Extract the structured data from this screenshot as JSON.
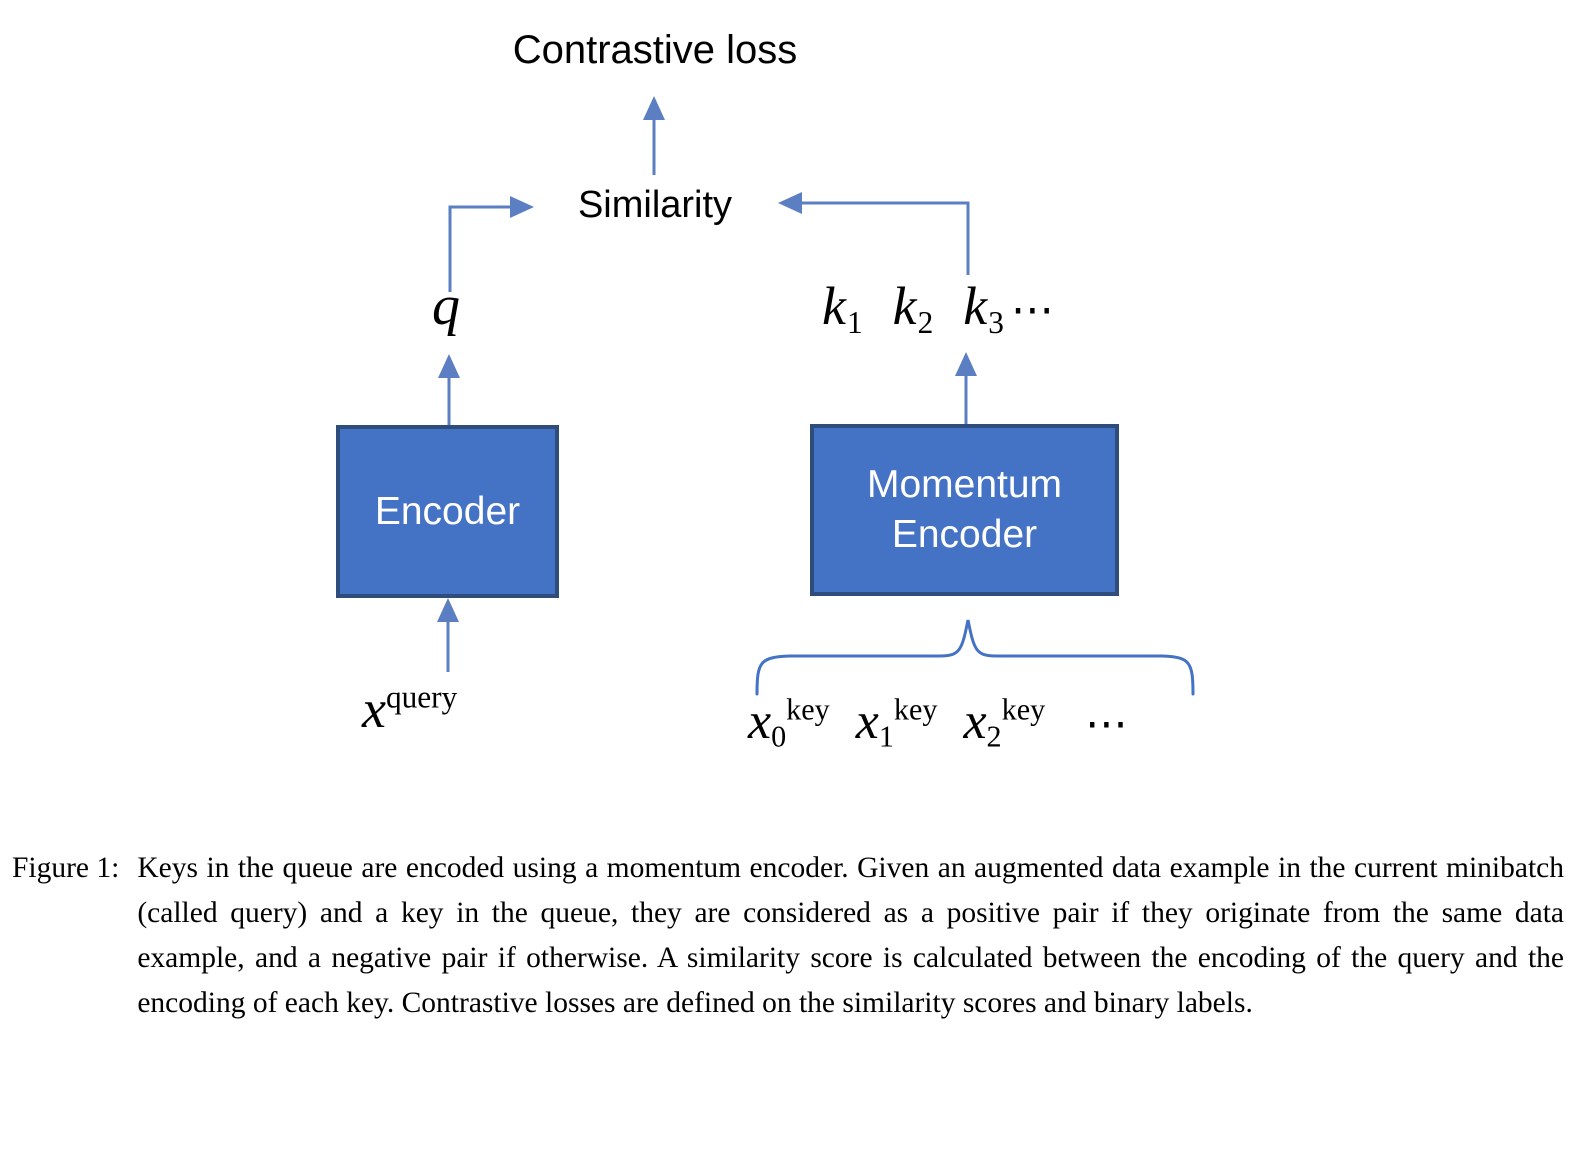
{
  "figure": {
    "title_node": "Contrastive loss",
    "similarity_node": "Similarity",
    "query_encoding": "q",
    "key_encodings": {
      "k1": "k",
      "k1_sub": "1",
      "k2": "k",
      "k2_sub": "2",
      "k3": "k",
      "k3_sub": "3",
      "ellipsis": "⋯"
    },
    "encoder_box_label": "Encoder",
    "momentum_encoder_box_label": "Momentum\nEncoder",
    "query_input": {
      "base": "x",
      "sup": "query"
    },
    "key_inputs": [
      {
        "base": "x",
        "sub": "0",
        "sup": "key"
      },
      {
        "base": "x",
        "sub": "1",
        "sup": "key"
      },
      {
        "base": "x",
        "sub": "2",
        "sup": "key"
      }
    ],
    "key_inputs_ellipsis": "⋯",
    "colors": {
      "box_fill": "#4472C4",
      "box_border": "#2E4D7B",
      "box_text": "#FFFFFF",
      "arrow": "#5B7FC2",
      "brace": "#4472C4",
      "text": "#000000",
      "background": "#FFFFFF"
    }
  },
  "caption": {
    "label": "Figure 1:",
    "body": "Keys in the queue are encoded using a momentum encoder. Given an augmented data example in the current minibatch (called query) and a key in the queue, they are considered as a positive pair if they originate from the same data example, and a negative pair if otherwise. A similarity score is calculated between the encoding of the query and the encoding of each key. Contrastive losses are defined on the similarity scores and binary labels."
  }
}
